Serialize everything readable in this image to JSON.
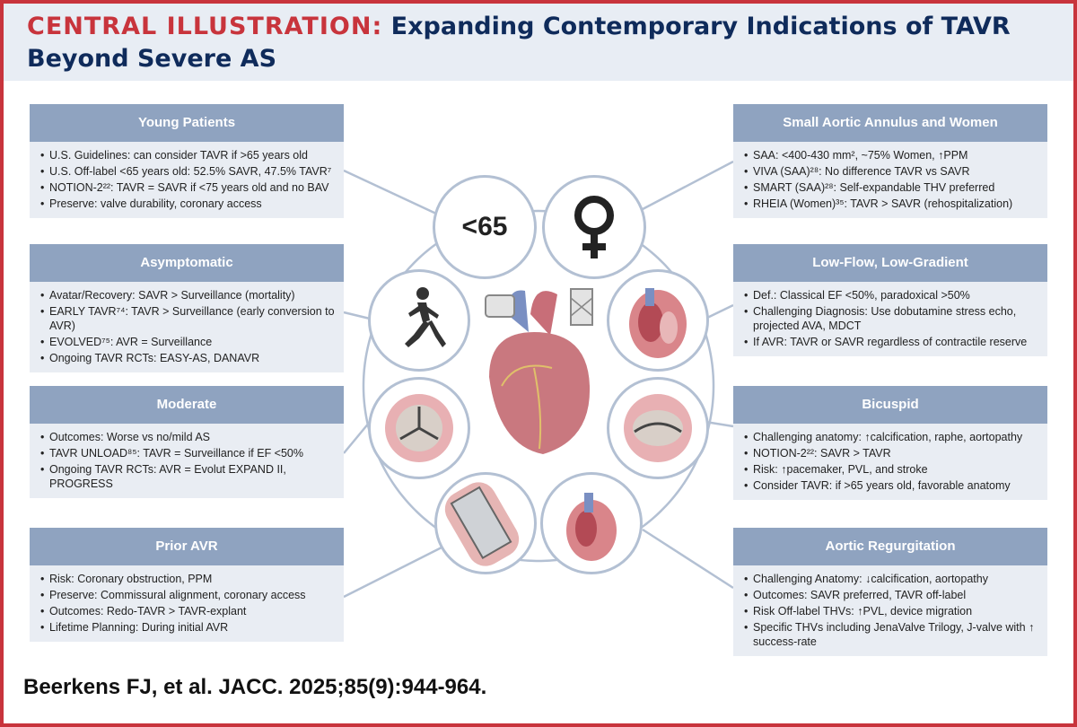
{
  "header": {
    "label": "CENTRAL ILLUSTRATION:",
    "title_line1": "Expanding Contemporary Indications of TAVR",
    "title_line2": "Beyond Severe AS"
  },
  "panels": {
    "young": {
      "title": "Young Patients",
      "items": [
        "U.S. Guidelines: can consider TAVR if >65 years old",
        "U.S. Off-label <65 years old: 52.5% SAVR, 47.5% TAVR⁷",
        "NOTION-2²²: TAVR = SAVR if <75 years old and no BAV",
        "Preserve: valve durability, coronary access"
      ]
    },
    "asymptomatic": {
      "title": "Asymptomatic",
      "items": [
        "Avatar/Recovery: SAVR > Surveillance (mortality)",
        "EARLY TAVR⁷⁴: TAVR > Surveillance (early conversion to AVR)",
        "EVOLVED⁷⁵: AVR = Surveillance",
        "Ongoing TAVR RCTs: EASY-AS, DANAVR"
      ]
    },
    "moderate": {
      "title": "Moderate",
      "items": [
        "Outcomes: Worse vs no/mild AS",
        "TAVR UNLOAD⁸⁵: TAVR = Surveillance if EF <50%",
        "Ongoing TAVR RCTs: AVR = Evolut EXPAND II, PROGRESS"
      ]
    },
    "prior": {
      "title": "Prior AVR",
      "items": [
        "Risk: Coronary obstruction, PPM",
        "Preserve: Commissural alignment, coronary access",
        "Outcomes: Redo-TAVR > TAVR-explant",
        "Lifetime Planning: During initial AVR"
      ]
    },
    "annulus": {
      "title": "Small Aortic Annulus and Women",
      "items": [
        "SAA: <400-430 mm², ~75% Women, ↑PPM",
        "VIVA (SAA)²⁸: No difference TAVR vs SAVR",
        "SMART (SAA)²⁸: Self-expandable THV preferred",
        "RHEIA (Women)³⁵: TAVR > SAVR (rehospitalization)"
      ]
    },
    "lowflow": {
      "title": "Low-Flow, Low-Gradient",
      "items": [
        "Def.: Classical EF <50%, paradoxical >50%",
        "Challenging Diagnosis: Use dobutamine stress echo, projected AVA, MDCT",
        "If AVR: TAVR or SAVR regardless of contractile reserve"
      ]
    },
    "bicuspid": {
      "title": "Bicuspid",
      "items": [
        "Challenging anatomy: ↑calcification, raphe, aortopathy",
        "NOTION-2²²: SAVR > TAVR",
        "Risk: ↑pacemaker, PVL, and stroke",
        "Consider TAVR: if >65 years old, favorable anatomy"
      ]
    },
    "regurg": {
      "title": "Aortic Regurgitation",
      "items": [
        "Challenging Anatomy: ↓calcification, aortopathy",
        "Outcomes: SAVR preferred, TAVR off-label",
        "Risk Off-label THVs: ↑PVL, device migration",
        "Specific THVs including JenaValve Trilogy, J-valve with ↑ success-rate"
      ]
    }
  },
  "circles": {
    "age_label": "<65"
  },
  "citation": "Beerkens FJ, et al. JACC. 2025;85(9):944-964.",
  "colors": {
    "accent_red": "#c8343c",
    "navy": "#0f2b5b",
    "panel_header": "#8fa3c0",
    "panel_body": "#e9edf3",
    "circle_border": "#b3c0d3"
  }
}
